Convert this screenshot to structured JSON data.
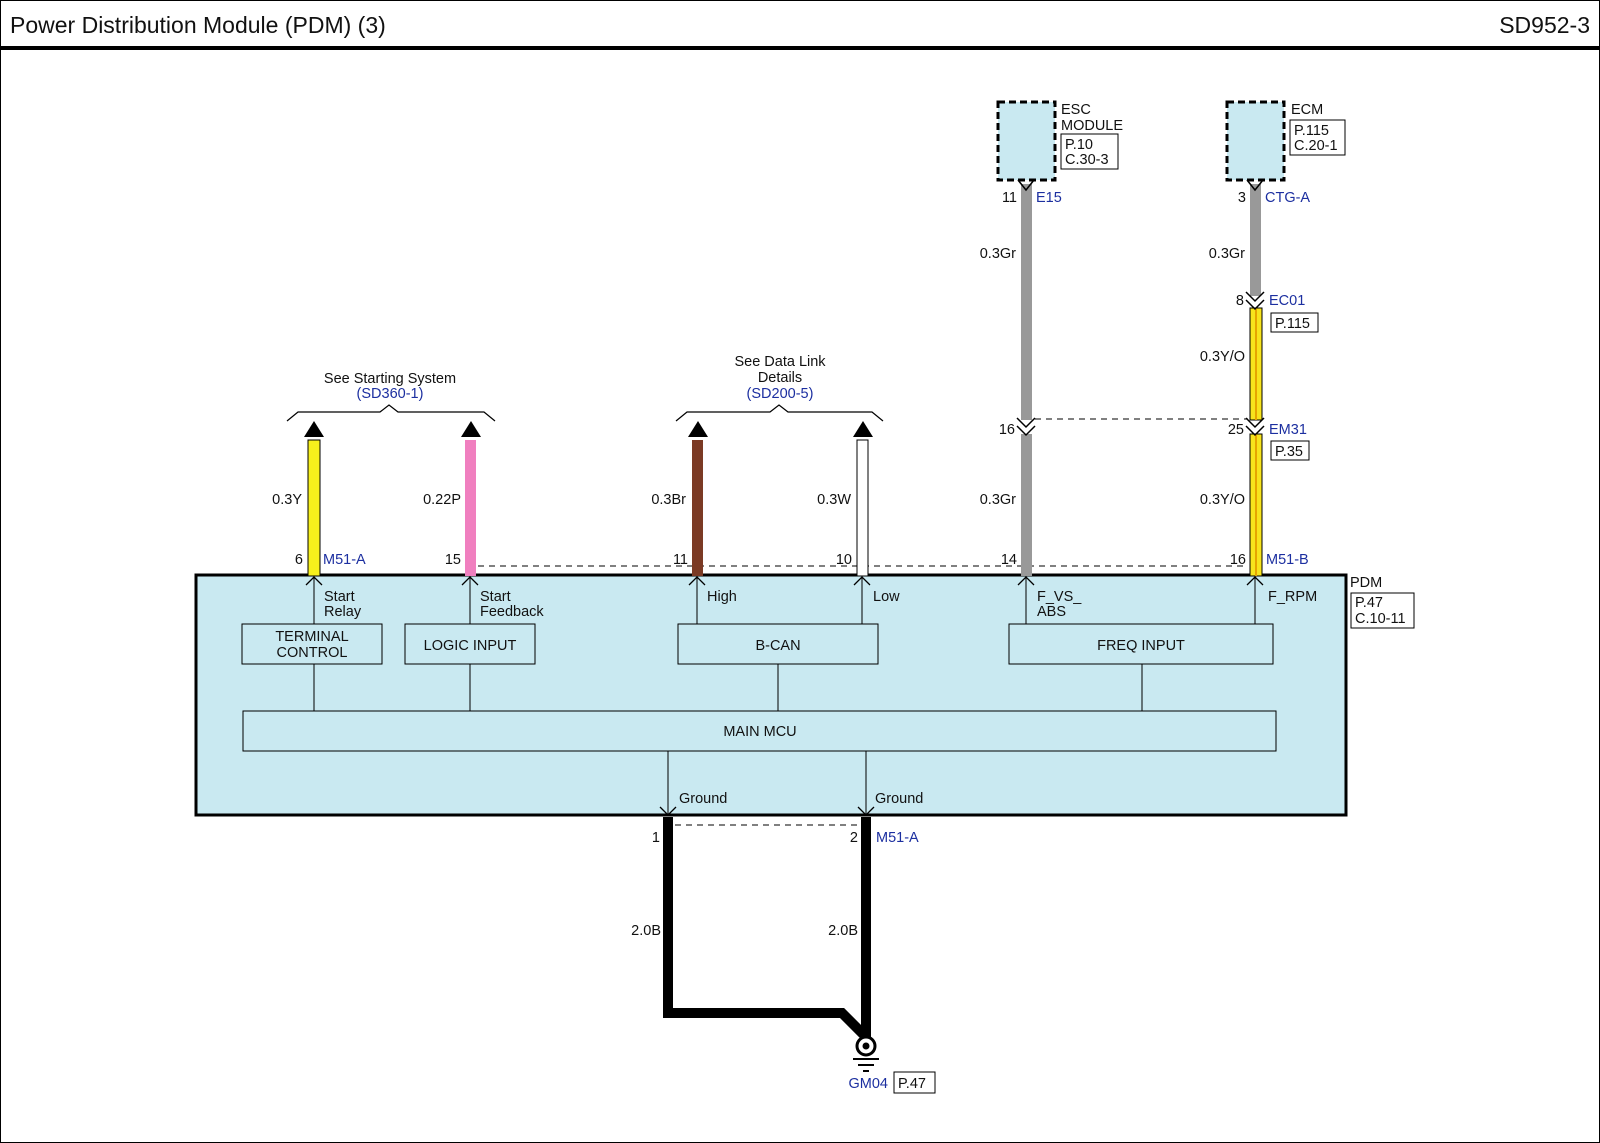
{
  "header": {
    "title": "Power Distribution Module (PDM) (3)",
    "code": "SD952-3"
  },
  "colors": {
    "module_fill": "#c9e9f1",
    "yellow": "#f7f01c",
    "pink": "#f07fbf",
    "brown": "#7b3a24",
    "white": "#ffffff",
    "gray": "#999999",
    "yellow_orange": "#f7e41c",
    "black": "#000000",
    "link_blue": "#1c2fa0"
  },
  "references": {
    "starting_system": {
      "text": "See Starting System",
      "link": "(SD360-1)"
    },
    "data_link": {
      "text_line1": "See Data Link",
      "text_line2": "Details",
      "link": "(SD200-5)"
    }
  },
  "components": {
    "esc_module": {
      "name_line1": "ESC",
      "name_line2": "MODULE",
      "ref_line1": "P.10",
      "ref_line2": "C.30-3",
      "pin": "11",
      "connector": "E15"
    },
    "ecm": {
      "name": "ECM",
      "ref_line1": "P.115",
      "ref_line2": "C.20-1",
      "pin": "3",
      "connector": "CTG-A"
    },
    "pdm": {
      "name": "PDM",
      "ref_line1": "P.47",
      "ref_line2": "C.10-11"
    }
  },
  "connectors": {
    "ec01": {
      "pin": "8",
      "name": "EC01",
      "ref": "P.115"
    },
    "em31": {
      "pin_left": "16",
      "pin_right": "25",
      "name": "EM31",
      "ref": "P.35"
    },
    "m51a_top": "M51-A",
    "m51b": "M51-B",
    "m51a_bottom": "M51-A"
  },
  "wires": [
    {
      "id": "start-relay",
      "gauge": "0.3Y",
      "pin": "6",
      "signal_line1": "Start",
      "signal_line2": "Relay"
    },
    {
      "id": "start-feedback",
      "gauge": "0.22P",
      "pin": "15",
      "signal_line1": "Start",
      "signal_line2": "Feedback"
    },
    {
      "id": "can-high",
      "gauge": "0.3Br",
      "pin": "11",
      "signal_line1": "High"
    },
    {
      "id": "can-low",
      "gauge": "0.3W",
      "pin": "10",
      "signal_line1": "Low"
    },
    {
      "id": "f-vs-abs",
      "gauge_upper": "0.3Gr",
      "gauge_lower": "0.3Gr",
      "pin": "14",
      "signal_line1": "F_VS_",
      "signal_line2": "ABS"
    },
    {
      "id": "f-rpm",
      "gauge_top": "0.3Gr",
      "gauge_upper": "0.3Y/O",
      "gauge_lower": "0.3Y/O",
      "pin": "16",
      "signal_line1": "F_RPM"
    }
  ],
  "internal_blocks": {
    "terminal_control_line1": "TERMINAL",
    "terminal_control_line2": "CONTROL",
    "logic_input": "LOGIC INPUT",
    "b_can": "B-CAN",
    "freq_input": "FREQ INPUT",
    "main_mcu": "MAIN MCU"
  },
  "ground": {
    "signal_left": "Ground",
    "signal_right": "Ground",
    "pin_left": "1",
    "pin_right": "2",
    "gauge_left": "2.0B",
    "gauge_right": "2.0B",
    "point": "GM04",
    "point_ref": "P.47"
  }
}
